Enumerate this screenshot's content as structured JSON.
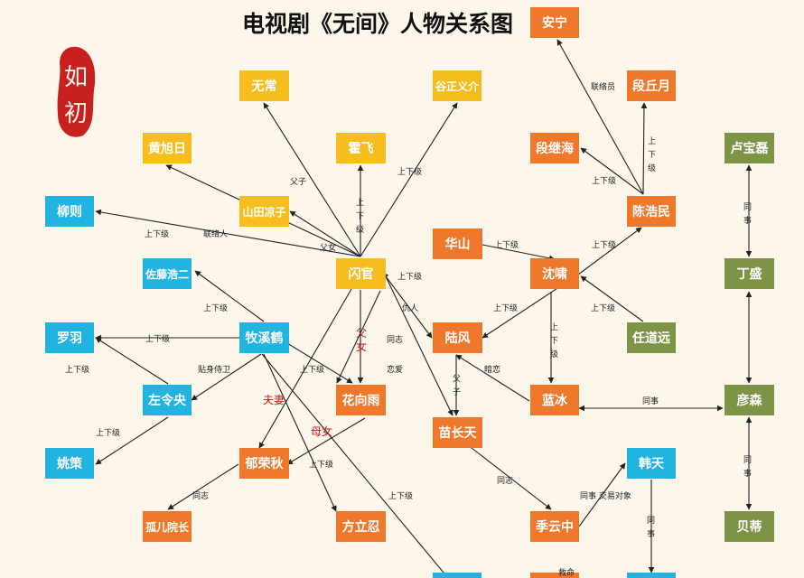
{
  "title": "电视剧《无间》人物关系图",
  "logo": {
    "text": "如初",
    "color": "#c8201e"
  },
  "colors": {
    "orange": "#f0782a",
    "yellow": "#f6bd1f",
    "blue": "#21b4e0",
    "olive": "#7d9446",
    "edge": "#222222"
  },
  "nodes": {
    "anning": {
      "label": "安宁",
      "color": "orange"
    },
    "wuchang": {
      "label": "无常",
      "color": "yellow"
    },
    "guzhengwen": {
      "label": "谷正义介",
      "color": "yellow"
    },
    "duanqiuyue": {
      "label": "段丘月",
      "color": "orange"
    },
    "huangxuri": {
      "label": "黄旭日",
      "color": "yellow"
    },
    "huofei": {
      "label": "霍飞",
      "color": "yellow"
    },
    "duanjihai": {
      "label": "段继海",
      "color": "orange"
    },
    "lubaolei": {
      "label": "卢宝磊",
      "color": "olive"
    },
    "liuze": {
      "label": "柳则",
      "color": "blue"
    },
    "shantian": {
      "label": "山田凉子",
      "color": "yellow"
    },
    "chenhaomin": {
      "label": "陈浩民",
      "color": "orange"
    },
    "huashan": {
      "label": "华山",
      "color": "orange"
    },
    "zuoteng": {
      "label": "佐藤浩二",
      "color": "blue"
    },
    "shanguan": {
      "label": "闪官",
      "color": "yellow"
    },
    "shenxiao": {
      "label": "沈啸",
      "color": "orange"
    },
    "dingsheng": {
      "label": "丁盛",
      "color": "olive"
    },
    "luoyu": {
      "label": "罗羽",
      "color": "blue"
    },
    "muxihe": {
      "label": "牧溪鹤",
      "color": "blue"
    },
    "lufeng": {
      "label": "陆风",
      "color": "orange"
    },
    "rendaoyuan": {
      "label": "任道远",
      "color": "olive"
    },
    "zuolingyang": {
      "label": "左令央",
      "color": "blue"
    },
    "huaxiangyu": {
      "label": "花向雨",
      "color": "orange"
    },
    "lanbing": {
      "label": "蓝冰",
      "color": "orange"
    },
    "yansen": {
      "label": "彦森",
      "color": "olive"
    },
    "miaochangtian": {
      "label": "苗长天",
      "color": "orange"
    },
    "yaoce": {
      "label": "姚策",
      "color": "blue"
    },
    "yurongqiu": {
      "label": "郁荣秋",
      "color": "orange"
    },
    "hantian": {
      "label": "韩天",
      "color": "blue"
    },
    "guerYuanzhang": {
      "label": "孤儿院长",
      "color": "orange"
    },
    "fangliren": {
      "label": "方立忍",
      "color": "orange"
    },
    "jiyunzhong": {
      "label": "季云中",
      "color": "orange"
    },
    "beidi": {
      "label": "贝蒂",
      "color": "olive"
    }
  },
  "edge_labels": {
    "lianluoyuan": "联络员",
    "sx_chm": "上下级",
    "chm_djh": "上下级",
    "gz_sg": "上下级",
    "fuzi_wc": "父子",
    "huofei_v": "上下级",
    "lianluoren": "联络人",
    "liuze_sg": "上下级",
    "fuzi_shantian": "父女",
    "huashan_sx": "上下级",
    "sx_chm2": "上下级",
    "sg_lufeng": "上下级",
    "qiuren": "仇人",
    "sx_lufeng": "上下级",
    "ry_sx": "上下级",
    "sx_lb": "上下级",
    "fuzi_red": "父女",
    "zuoteng_mx": "上下级",
    "luoyu_mx": "上下级",
    "tongzhi_hx": "同志",
    "lian_ai": "恋爱",
    "anlian": "暗恋",
    "fuzi_lf": "父子",
    "mx_hx": "上下级",
    "tieshen": "贴身侍卫",
    "zy_luoyu": "上下级",
    "fuqi": "夫妻",
    "zy_yaoce": "上下级",
    "munv": "母女",
    "tongshi_lb": "同事",
    "tongshi_lbl": "同事",
    "tongshi_beidi": "同事",
    "mx_fl": "上下级",
    "tongzhi_gy": "同志",
    "tongzhi_jy": "同志",
    "mx_bottom": "上下级",
    "jiaoyi": "同事 交易对象",
    "tongshi_ht": "同事",
    "bottom_cut": "救命"
  }
}
